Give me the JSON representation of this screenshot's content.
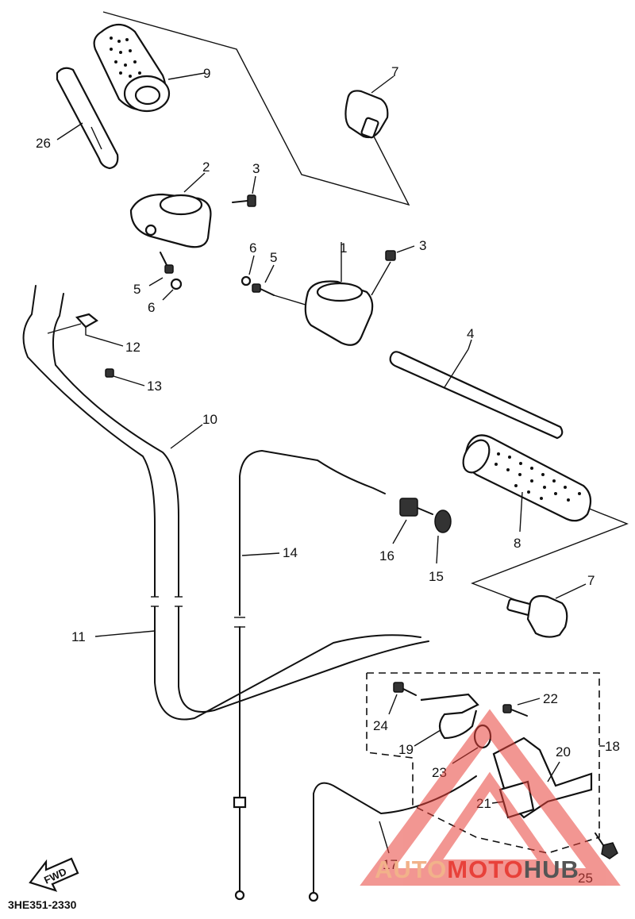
{
  "diagram_code": "3HE351-2330",
  "fwd_label": "FWD",
  "watermark": {
    "part1": "AUTO",
    "part2": "MOTO",
    "part3": "HUB"
  },
  "callouts": {
    "c1": "1",
    "c2": "2",
    "c3a": "3",
    "c3b": "3",
    "c4": "4",
    "c5a": "5",
    "c5b": "5",
    "c6a": "6",
    "c6b": "6",
    "c7a": "7",
    "c7b": "7",
    "c8": "8",
    "c9": "9",
    "c10": "10",
    "c11": "11",
    "c12": "12",
    "c13": "13",
    "c14": "14",
    "c15": "15",
    "c16": "16",
    "c17": "17",
    "c18": "18",
    "c19": "19",
    "c20": "20",
    "c21": "21",
    "c22": "22",
    "c23": "23",
    "c24": "24",
    "c25": "25",
    "c26": "26"
  }
}
